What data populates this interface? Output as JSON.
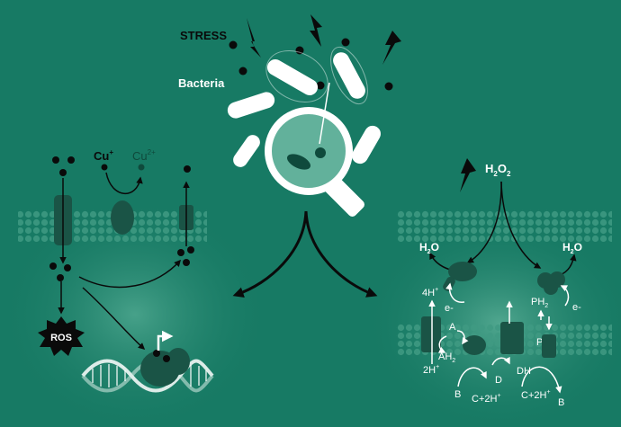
{
  "labels": {
    "stress": "STRESS",
    "bacteria": "Bacteria",
    "cu_plus": "Cu",
    "cu_plus_sup": "+",
    "cu_2plus": "Cu",
    "cu_2plus_sup": "2+",
    "ros": "ROS",
    "h2o2_h": "H",
    "h2o2_sub1": "2",
    "h2o2_o": "O",
    "h2o2_sub2": "2",
    "h2o_left_h": "H",
    "h2o_left_sub": "2",
    "h2o_left_o": "O",
    "h2o_right_h": "H",
    "h2o_right_sub": "2",
    "h2o_right_o": "O",
    "four_h": "4H",
    "four_h_sup": "+",
    "e_left": "e-",
    "e_right": "e-",
    "ph2_p": "PH",
    "ph2_sub": "2",
    "label_a": "A",
    "ah2": "AH",
    "ah2_sub": "2",
    "label_p": "P",
    "two_h": "2H",
    "two_h_sup": "+",
    "label_d": "D",
    "label_dh": "DH",
    "label_b_left": "B",
    "c2h_left": "C+2H",
    "c2h_left_sup": "+",
    "c2h_right": "C+2H",
    "c2h_right_sup": "+",
    "label_b_right": "B"
  },
  "colors": {
    "background": "#177a64",
    "dark_teal": "#0f4a3c",
    "protein": "#1a5446",
    "white": "#ffffff",
    "black": "#0a0a0a"
  },
  "icons": [
    "lightning-bolt-icon",
    "magnifier-icon",
    "dna-icon",
    "promoter-arrow-icon",
    "ros-burst-icon"
  ]
}
